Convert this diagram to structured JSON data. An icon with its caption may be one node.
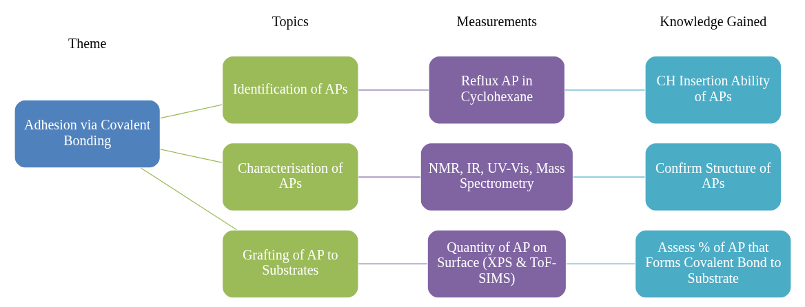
{
  "diagram": {
    "nodes": [
      {
        "text": [
          "Adhesion via Covalent Bonding"
        ]
      },
      {
        "text": [
          "Identification of APs"
        ]
      },
      {
        "text": [
          "Characterisation of APs"
        ]
      },
      {
        "text": [
          "Grafting of AP to Substrates"
        ]
      },
      {
        "text": [
          "Reflux AP in Cyclohexane"
        ]
      },
      {
        "text": [
          "NMR, IR, UV-Vis, Mass Spectrometry"
        ]
      },
      {
        "text": [
          "Quantity of AP on Surface (XPS & ToF-SIMS)"
        ]
      },
      {
        "text": [
          "CH Insertion Ability of APs"
        ]
      },
      {
        "text": [
          "Confirm Structure of APs"
        ]
      },
      {
        "text": [
          "Assess % of AP that Forms Covalent Bond to Substrate"
        ]
      }
    ],
    "edges": [
      {
        "from": 0,
        "to": 1,
        "arrow": "none",
        "color": "#9bbb59"
      },
      {
        "from": 0,
        "to": 2,
        "arrow": "none",
        "color": "#9bbb59"
      },
      {
        "from": 0,
        "to": 3,
        "arrow": "none",
        "color": "#9bbb59"
      },
      {
        "from": 1,
        "to": 4,
        "arrow": "none",
        "color": "#8064a2"
      },
      {
        "from": 2,
        "to": 5,
        "arrow": "none",
        "color": "#8064a2"
      },
      {
        "from": 3,
        "to": 6,
        "arrow": "none",
        "color": "#8064a2"
      },
      {
        "from": 4,
        "to": 7,
        "arrow": "none",
        "color": "#4bacc6"
      },
      {
        "from": 5,
        "to": 8,
        "arrow": "none",
        "color": "#4bacc6"
      },
      {
        "from": 6,
        "to": 9,
        "arrow": "none",
        "color": "#4bacc6"
      }
    ],
    "labels": [
      "Theme",
      "Topics",
      "Measurements",
      "Knowledge Gained"
    ]
  }
}
